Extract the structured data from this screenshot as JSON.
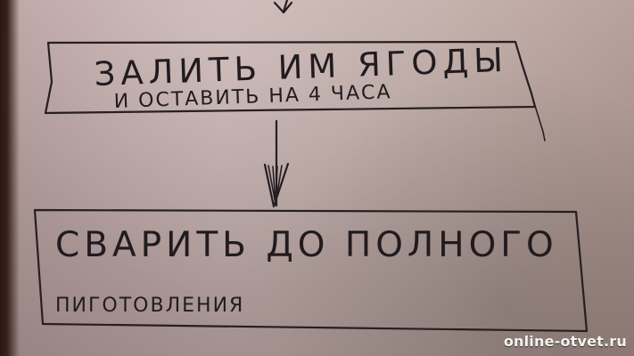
{
  "boxes": [
    {
      "line1": "Залить им ягоды",
      "line2": "и оставить на 4 часа"
    },
    {
      "line1": "Сварить до полного",
      "line2": "пиготовления"
    }
  ],
  "watermark": "online-otvet.ru",
  "icons": {
    "arrow_down": "arrow-down-icon"
  }
}
